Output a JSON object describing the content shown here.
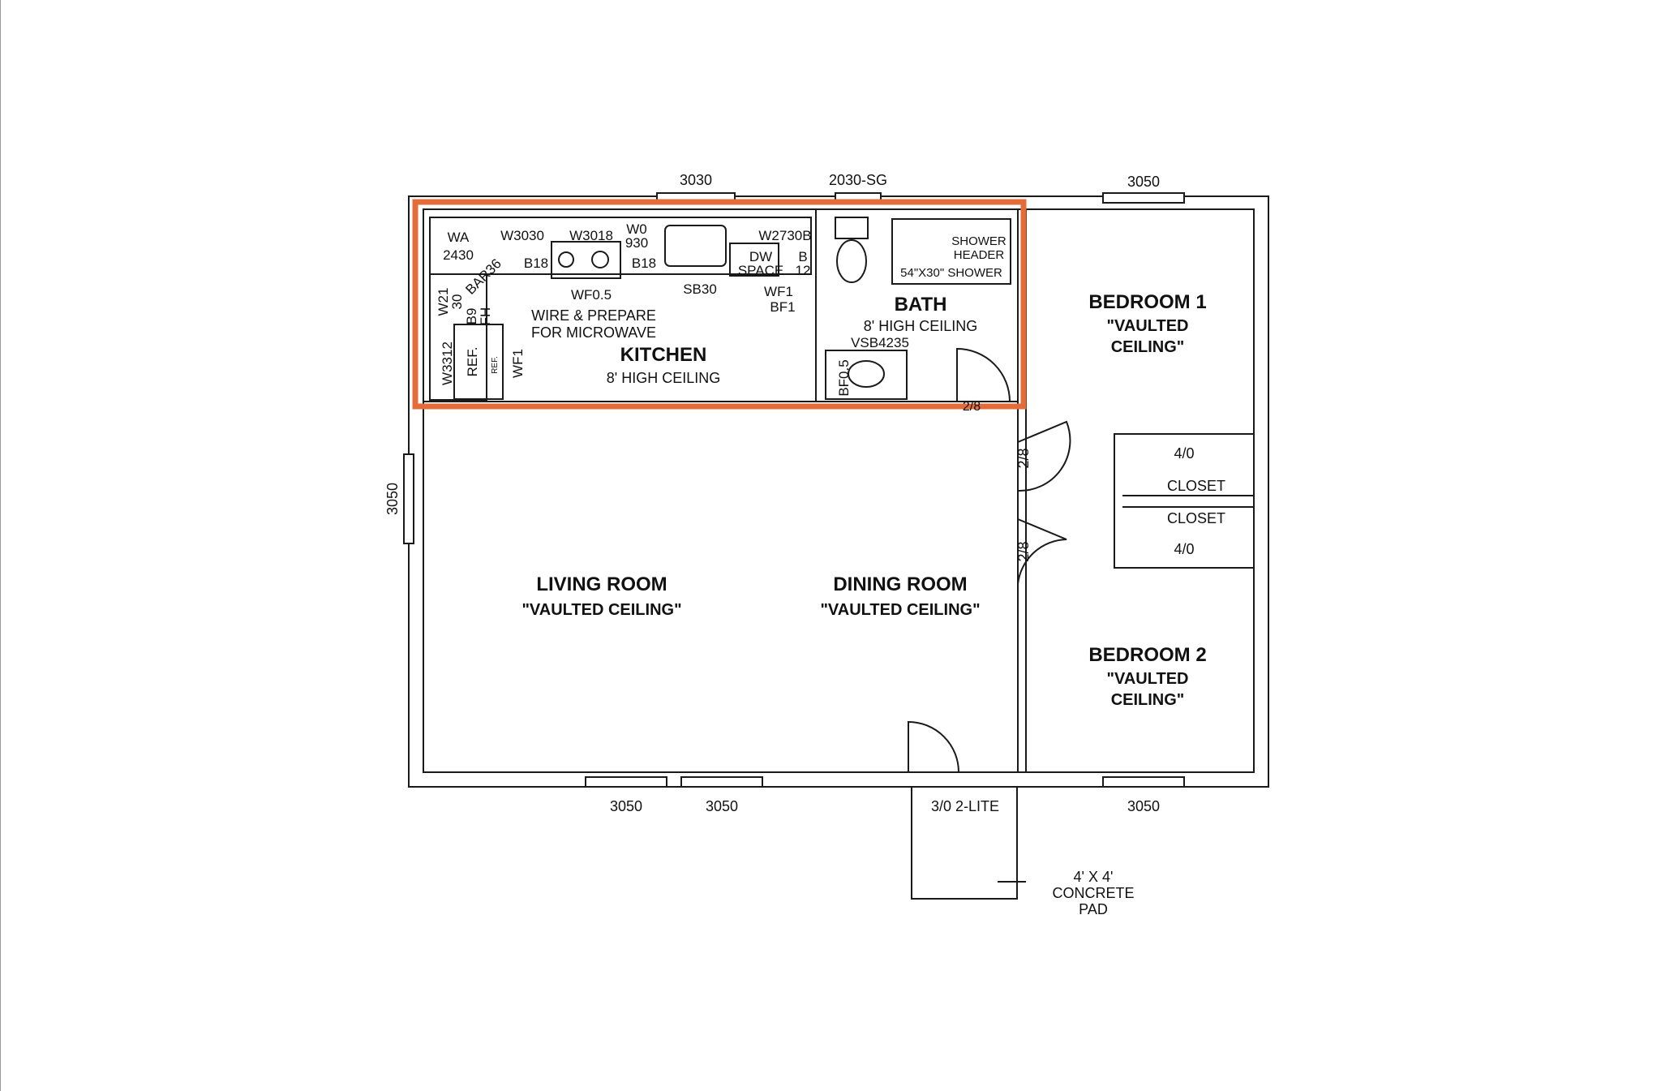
{
  "colors": {
    "wall": "#1a1a1a",
    "highlight": "#e46c3a",
    "background": "#ffffff"
  },
  "highlight": {
    "label": ""
  },
  "windows": {
    "kitchen_top": "3030",
    "bath_top": "2030-SG",
    "bedroom1_top": "3050",
    "living_left": "3050",
    "living_bottom_a": "3050",
    "living_bottom_b": "3050",
    "bedroom2_bottom": "3050"
  },
  "doors": {
    "bath": "2/8",
    "bedroom1": "2/8",
    "bedroom2": "2/8",
    "entry": "3/0 2-LITE",
    "closet_top": "4/0",
    "closet_bottom": "4/0"
  },
  "rooms": {
    "kitchen": {
      "name": "KITCHEN",
      "ceiling": "8' HIGH CEILING"
    },
    "bath": {
      "name": "BATH",
      "ceiling": "8' HIGH CEILING"
    },
    "bedroom1": {
      "name": "BEDROOM 1",
      "ceiling_line1": "\"VAULTED",
      "ceiling_line2": "CEILING\""
    },
    "bedroom2": {
      "name": "BEDROOM 2",
      "ceiling_line1": "\"VAULTED",
      "ceiling_line2": "CEILING\""
    },
    "living": {
      "name": "LIVING ROOM",
      "ceiling": "\"VAULTED CEILING\""
    },
    "dining": {
      "name": "DINING ROOM",
      "ceiling": "\"VAULTED CEILING\""
    },
    "closet_top": "CLOSET",
    "closet_bottom": "CLOSET"
  },
  "kitchen_items": {
    "wa": "WA",
    "wa_size": "2430",
    "w3030": "W3030",
    "w3018": "W3018",
    "w0_a": "W0",
    "w0_b": "930",
    "w2730b": "W2730B",
    "bar36": "BAR36",
    "b18_left": "B18",
    "b18_right": "B18",
    "dw": "DW",
    "space": "SPACE",
    "b": "B",
    "b_size": "12",
    "wf05": "WF0.5",
    "sb30": "SB30",
    "wf1_right": "WF1",
    "bf1": "BF1",
    "w21": "W21",
    "w21_size": "30",
    "b9": "B9",
    "fh": "FH",
    "microwave_1": "WIRE & PREPARE",
    "microwave_2": "FOR MICROWAVE",
    "w3312": "W3312",
    "ref": "REF.",
    "ref_small": "REF.",
    "wf1_left": "WF1"
  },
  "bath_items": {
    "shower_head_1": "SHOWER",
    "shower_head_2": "HEADER",
    "shower": "54\"X30\" SHOWER",
    "vsb": "VSB4235",
    "bf05": "BF0.5"
  },
  "pad": {
    "line1": "4' X 4'",
    "line2": "CONCRETE",
    "line3": "PAD"
  }
}
